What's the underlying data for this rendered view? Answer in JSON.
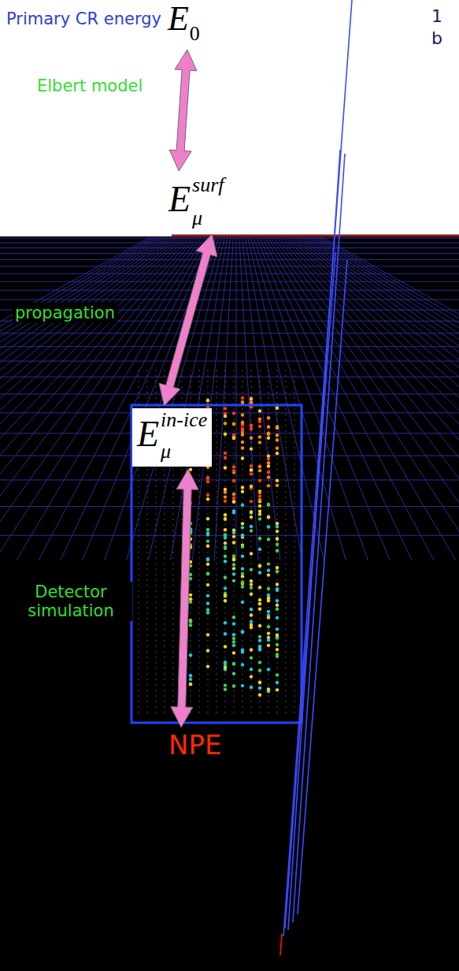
{
  "diagram": {
    "nodes": [
      {
        "text": [
          "Primary CR energy",
          "E",
          "0"
        ]
      },
      {
        "text": [
          "E",
          "surf",
          "μ"
        ]
      },
      {
        "text": [
          "E",
          "in-ice",
          "μ"
        ]
      },
      {
        "text": [
          "NPE"
        ]
      }
    ],
    "edges": [
      {
        "from": 0,
        "to": 1,
        "arrow": "both",
        "label": "Elbert model"
      },
      {
        "from": 1,
        "to": 2,
        "arrow": "both",
        "label": "propagation"
      },
      {
        "from": 2,
        "to": 3,
        "arrow": "both",
        "label": "Detector simulation"
      }
    ],
    "labels": [
      "1",
      "b"
    ]
  }
}
